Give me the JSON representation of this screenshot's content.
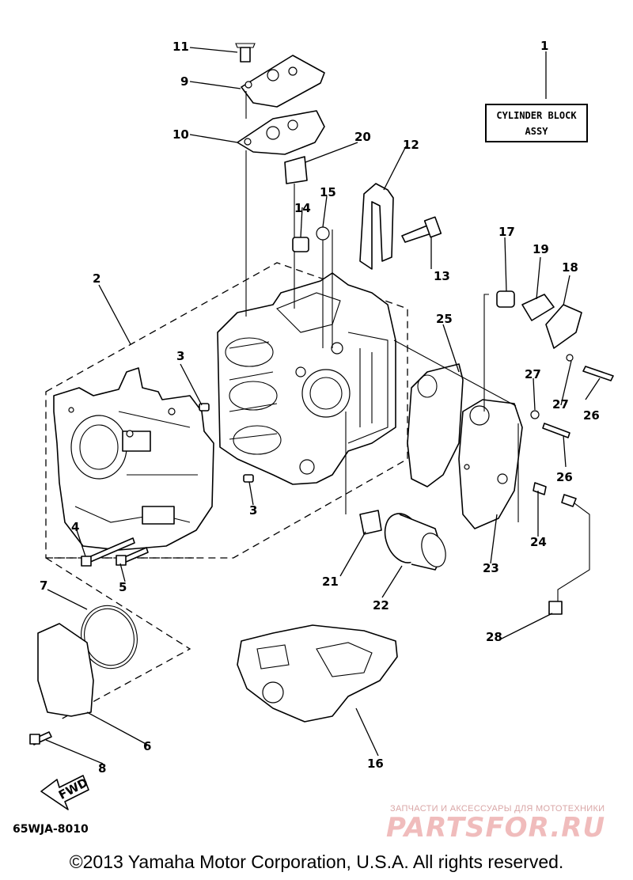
{
  "diagram": {
    "label_box": {
      "line1": "CYLINDER BLOCK",
      "line2": "ASSY"
    },
    "drawing_code": "65WJA-8010",
    "fwd_label": "FWD",
    "callouts": [
      "1",
      "2",
      "3",
      "3",
      "4",
      "5",
      "6",
      "7",
      "8",
      "9",
      "10",
      "11",
      "12",
      "13",
      "14",
      "15",
      "16",
      "17",
      "18",
      "19",
      "20",
      "21",
      "22",
      "23",
      "24",
      "25",
      "26",
      "26",
      "27",
      "27",
      "28"
    ]
  },
  "watermark": {
    "subtitle": "ЗАПЧАСТИ И АКСЕССУАРЫ ДЛЯ МОТОТЕХНИКИ",
    "logo": "PARTSFOR.RU"
  },
  "footer": {
    "copyright": "©2013 Yamaha Motor Corporation, U.S.A. All rights reserved."
  }
}
